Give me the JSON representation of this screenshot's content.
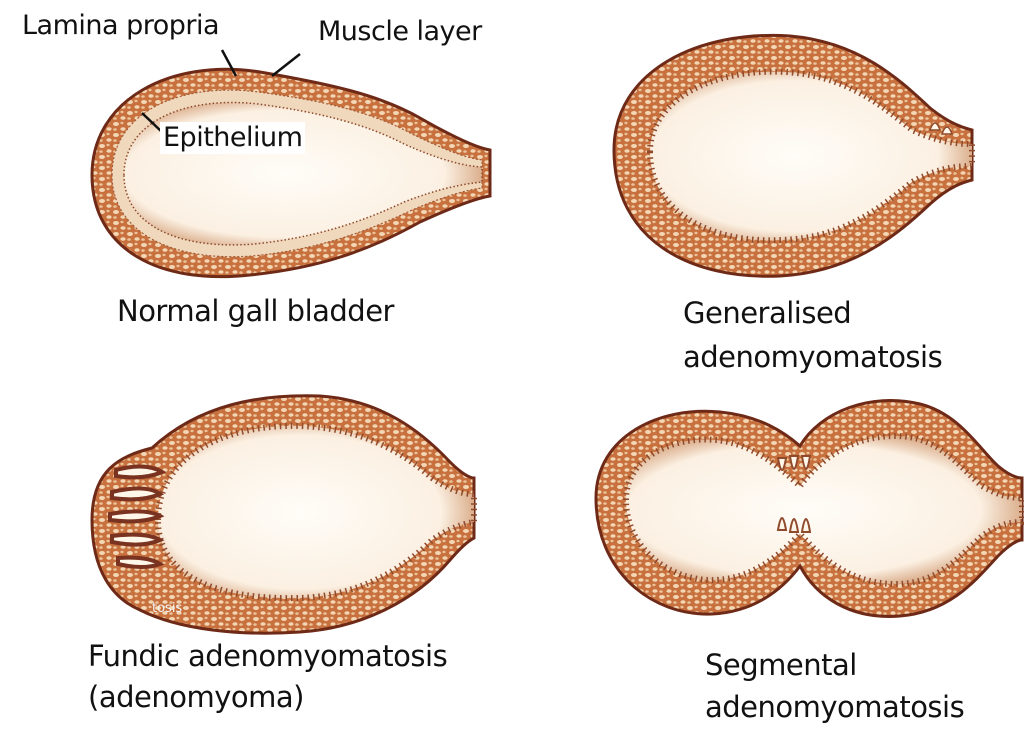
{
  "labels": {
    "lamina_propria": "Lamina propria",
    "muscle_layer": "Muscle layer",
    "epithelium": "Epithelium",
    "normal": "Normal gall bladder",
    "generalised_1": "Generalised",
    "generalised_2": "adenomyomatosis",
    "fundic_1": "Fundic adenomyomatosis",
    "fundic_2": "(adenomyoma)",
    "segmental_1": "Segmental",
    "segmental_2": "adenomyomatosis",
    "watermark": "tosis"
  },
  "colors": {
    "wall": "#c8713f",
    "wall_dark": "#8e3d1e",
    "outline": "#6e2a17",
    "cell": "#f3d6b3",
    "lumen": "#fffaf2",
    "lumen_edge": "#b77a55",
    "crypt": "#7a3320"
  },
  "icons": [
    "leader-line"
  ]
}
